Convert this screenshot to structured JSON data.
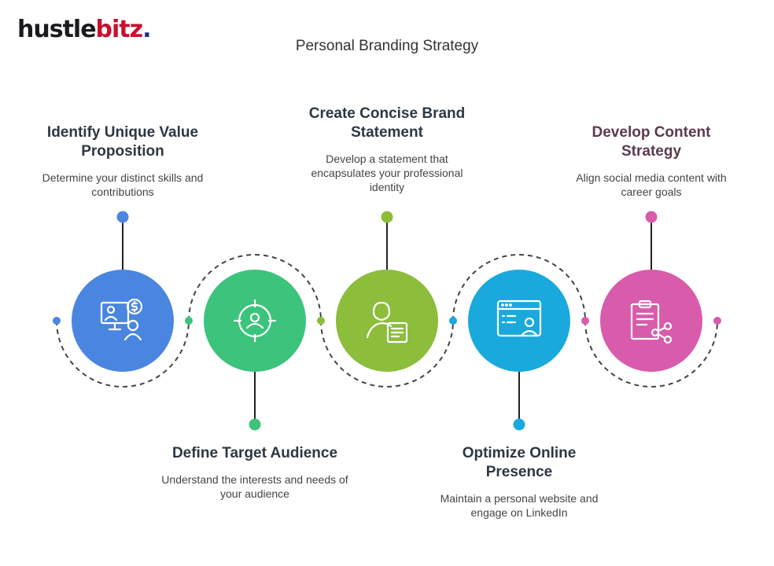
{
  "logo": {
    "part1": "hustle",
    "part2": "bitz",
    "dot": ".",
    "colors": {
      "part1": "#1b1b1f",
      "part2": "#c8102e",
      "dot": "#1b2f8f"
    }
  },
  "title": "Personal Branding Strategy",
  "steps": [
    {
      "heading": "Identify Unique Value Proposition",
      "description": "Determine your distinct skills and contributions",
      "color": "#4a86e0",
      "icon": "value-proposition-icon"
    },
    {
      "heading": "Define Target Audience",
      "description": "Understand the interests and needs of your audience",
      "color": "#3cc47c",
      "icon": "target-audience-icon"
    },
    {
      "heading": "Create Concise Brand Statement",
      "description": "Develop a statement that encapsulates your professional identity",
      "color": "#8cbd3b",
      "icon": "brand-statement-icon"
    },
    {
      "heading": "Optimize Online Presence",
      "description": "Maintain a personal website and engage on LinkedIn",
      "color": "#1aa9dc",
      "icon": "online-presence-icon"
    },
    {
      "heading": "Develop Content Strategy",
      "description": "Align social media content with career goals",
      "color": "#d95bab",
      "icon": "content-strategy-icon"
    }
  ]
}
